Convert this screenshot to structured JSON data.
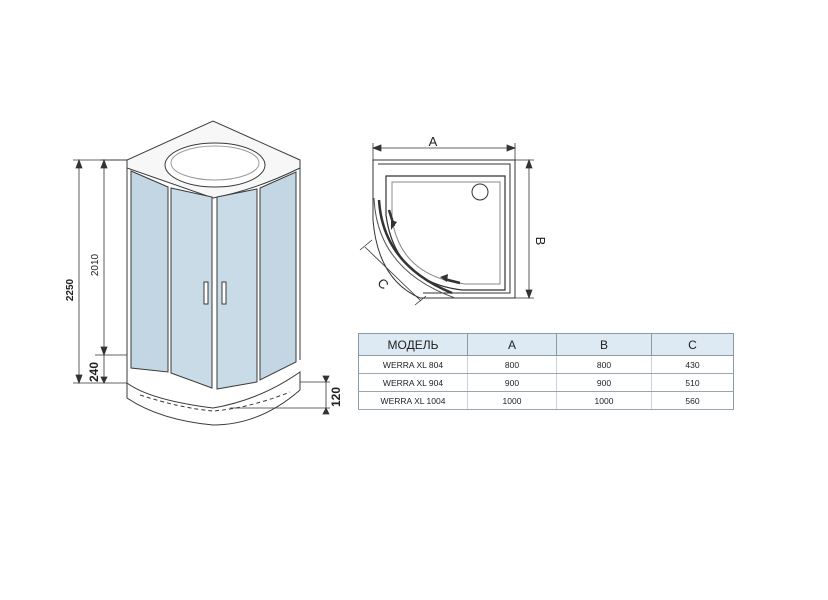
{
  "drawing": {
    "dims_side": {
      "total_height": "2250",
      "cabin_height": "2010",
      "tray_height": "240",
      "tray_step": "120"
    },
    "dims_plan": {
      "a": "A",
      "b": "B",
      "c": "C"
    }
  },
  "table": {
    "headers": [
      "МОДЕЛЬ",
      "A",
      "B",
      "C"
    ],
    "rows": [
      [
        "WERRA XL 804",
        "800",
        "800",
        "430"
      ],
      [
        "WERRA XL 904",
        "900",
        "900",
        "510"
      ],
      [
        "WERRA XL 1004",
        "1000",
        "1000",
        "560"
      ]
    ]
  },
  "colors": {
    "glass": "#c3d6e4",
    "header_bg": "#dde9f3",
    "line": "#333333"
  }
}
